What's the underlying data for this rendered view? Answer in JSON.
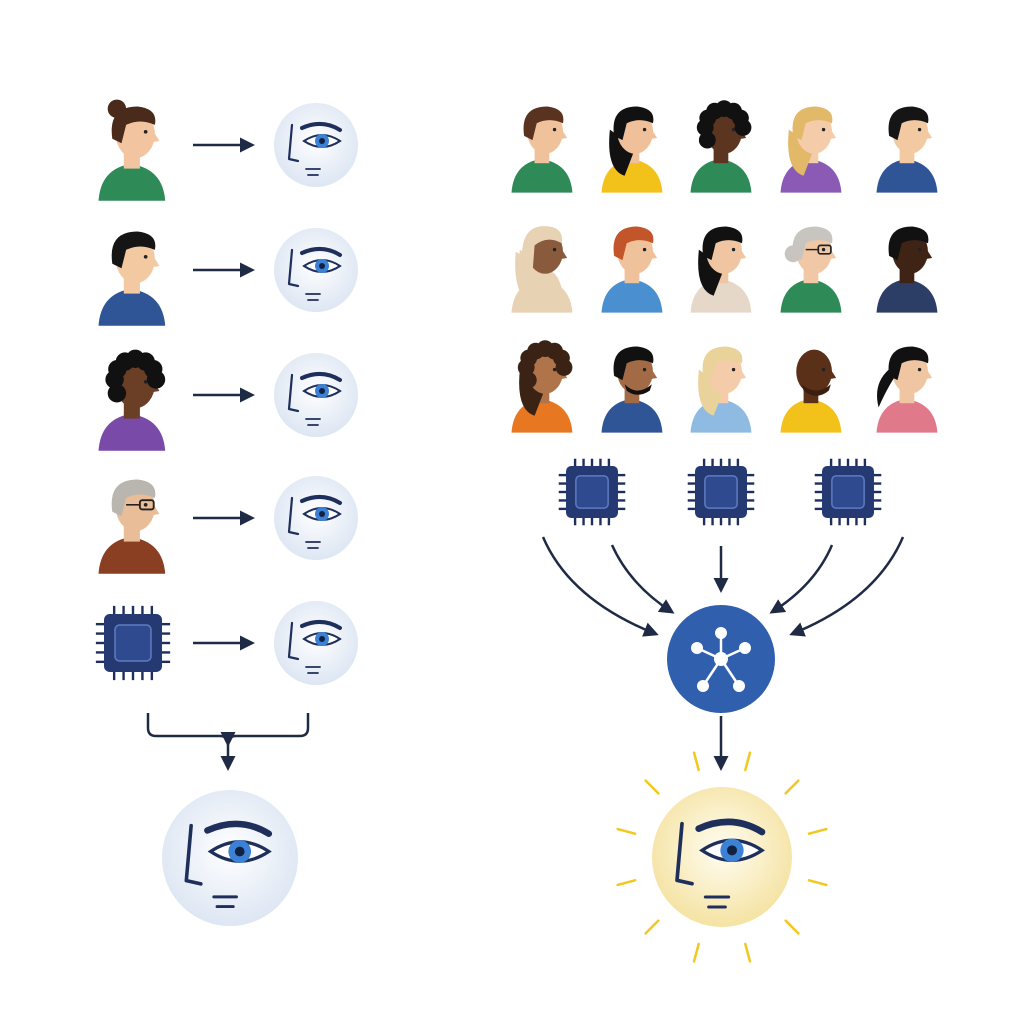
{
  "colors": {
    "navy": "#1f2f5c",
    "chip_fill": "#253a73",
    "chip_inner": "#2f4a8f",
    "hub_blue": "#2f5fad",
    "eye_iris": "#3b82d6",
    "eye_circle": "#e8eef8",
    "glow_yellow": "#f6e7a6",
    "ray_yellow": "#f2c81e",
    "arrow": "#1f2a44"
  },
  "left_panel": {
    "rows": [
      {
        "contributor": "person",
        "hair": "#4a2a1a",
        "skin": "#f2c4a0",
        "shirt": "#2e8b57",
        "hair_style": "bun"
      },
      {
        "contributor": "person",
        "hair": "#151515",
        "skin": "#f3c9a2",
        "shirt": "#2f5597",
        "hair_style": "short"
      },
      {
        "contributor": "person",
        "hair": "#111111",
        "skin": "#6b3f26",
        "shirt": "#7a4aa8",
        "hair_style": "curly"
      },
      {
        "contributor": "person",
        "hair": "#b9b6b0",
        "skin": "#e9bd98",
        "shirt": "#8a3f22",
        "hair_style": "gray-glasses"
      },
      {
        "contributor": "chip-icon"
      }
    ],
    "target": "eye-face-icon"
  },
  "right_panel": {
    "people": [
      {
        "hair": "#5a3320",
        "skin": "#f0c29c",
        "shirt": "#2e8b57",
        "hair_style": "short"
      },
      {
        "hair": "#111111",
        "skin": "#f0c09a",
        "shirt": "#f2c21b",
        "hair_style": "long"
      },
      {
        "hair": "#111111",
        "skin": "#5c3520",
        "shirt": "#2e8b57",
        "hair_style": "curly"
      },
      {
        "hair": "#e2b968",
        "skin": "#f4ccaa",
        "shirt": "#8a5ab5",
        "hair_style": "long"
      },
      {
        "hair": "#151515",
        "skin": "#f3c9a2",
        "shirt": "#2f5597",
        "hair_style": "short"
      },
      {
        "hair": "#e8d2b4",
        "skin": "#8a5a3c",
        "shirt": "#e8d2b4",
        "hair_style": "hijab"
      },
      {
        "hair": "#c2552a",
        "skin": "#f0c29c",
        "shirt": "#4a8fd0",
        "hair_style": "short"
      },
      {
        "hair": "#111111",
        "skin": "#f0c6a2",
        "shirt": "#e6d8c8",
        "hair_style": "bob"
      },
      {
        "hair": "#c8c4bf",
        "skin": "#f0c8a6",
        "shirt": "#2e8b57",
        "hair_style": "gray-bun-glasses"
      },
      {
        "hair": "#111111",
        "skin": "#3f2416",
        "shirt": "#2c3e66",
        "hair_style": "short"
      },
      {
        "hair": "#3a2214",
        "skin": "#b0744a",
        "shirt": "#e87722",
        "hair_style": "curly-long"
      },
      {
        "hair": "#111111",
        "skin": "#a36b45",
        "shirt": "#2f5597",
        "hair_style": "short-beard"
      },
      {
        "hair": "#ead39a",
        "skin": "#f4ccaa",
        "shirt": "#8fbbe3",
        "hair_style": "long"
      },
      {
        "hair": "#3b1e10",
        "skin": "#5a3018",
        "shirt": "#f2c21b",
        "hair_style": "bald-beard"
      },
      {
        "hair": "#111111",
        "skin": "#f0c6a2",
        "shirt": "#e07a8a",
        "hair_style": "ponytail"
      }
    ],
    "chips": [
      "chip-icon",
      "chip-icon",
      "chip-icon"
    ],
    "hub": "network-hub-icon",
    "target": "glowing-eye-face-icon"
  }
}
